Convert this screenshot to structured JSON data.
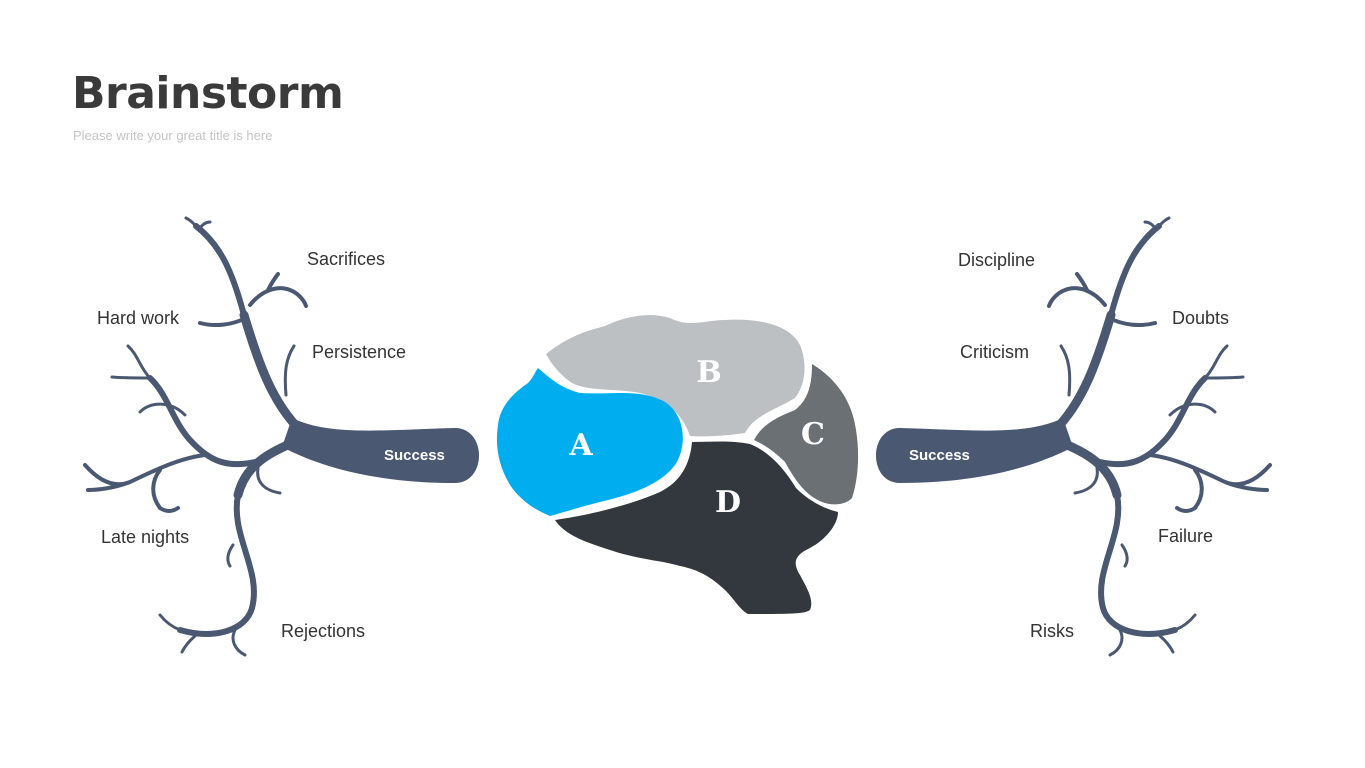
{
  "header": {
    "title": "Brainstorm",
    "subtitle": "Please write your great title is here"
  },
  "colors": {
    "branch": "#4a5872",
    "region_a": "#00aeef",
    "region_b": "#bcc0c3",
    "region_c": "#6b7075",
    "region_d": "#33383f"
  },
  "brain": {
    "regions": [
      {
        "label": "A"
      },
      {
        "label": "B"
      },
      {
        "label": "C"
      },
      {
        "label": "D"
      }
    ]
  },
  "left_tree": {
    "root": "Success",
    "labels": [
      "Sacrifices",
      "Hard work",
      "Persistence",
      "Late nights",
      "Rejections"
    ]
  },
  "right_tree": {
    "root": "Success",
    "labels": [
      "Discipline",
      "Doubts",
      "Criticism",
      "Failure",
      "Risks"
    ]
  }
}
